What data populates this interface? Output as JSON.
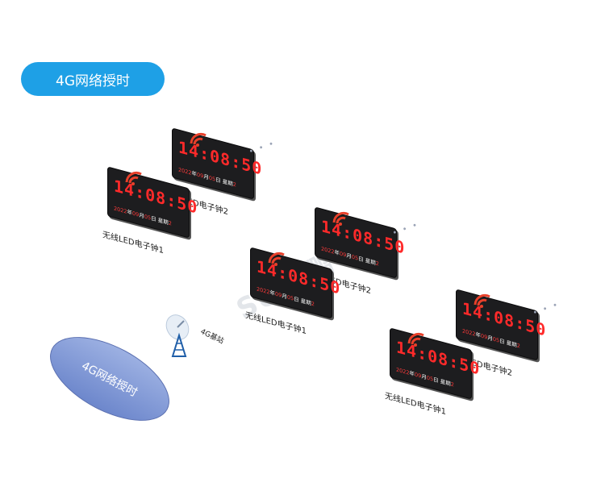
{
  "title": "4G网络授时",
  "ellipse_label": "4G网络授时",
  "tower_label": "4G基站",
  "watermark": "SUN 鹏",
  "clock_time": "14:08:50",
  "clock_date": {
    "year": "2022",
    "month": "09",
    "day": "05",
    "week_label": "星期",
    "week_num": "2"
  },
  "clocks": [
    {
      "label": "无线LED电子钟2"
    },
    {
      "label": "无线LED电子钟1"
    },
    {
      "label": "无线LED电子钟2"
    },
    {
      "label": "无线LED电子钟1"
    },
    {
      "label": "无线LED电子钟2"
    },
    {
      "label": "无线LED电子钟1"
    }
  ],
  "colors": {
    "accent": "#1ea0e6",
    "led": "#ff2a2a",
    "wifi": "#e8402a",
    "ellipse": "#7e96d6"
  }
}
